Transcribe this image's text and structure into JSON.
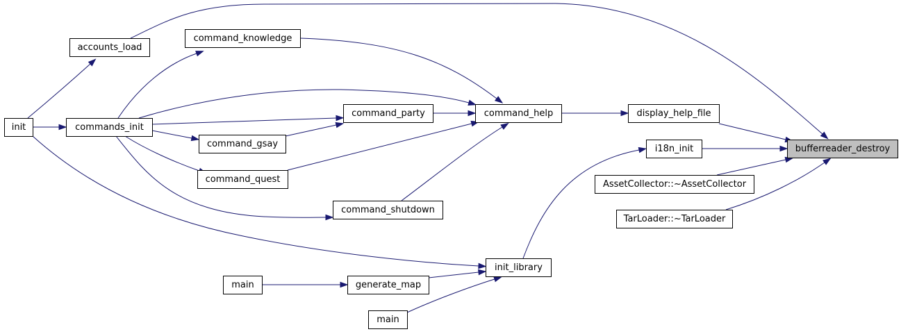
{
  "graph": {
    "type": "call-graph",
    "colors": {
      "edge": "#191970",
      "node_border": "#000000",
      "node_fill": "#ffffff",
      "highlight_fill": "#bfbfbf"
    },
    "nodes": [
      {
        "id": "bufferreader_destroy",
        "label": "bufferreader_destroy",
        "highlight": true
      },
      {
        "id": "accounts_load",
        "label": "accounts_load"
      },
      {
        "id": "init",
        "label": "init"
      },
      {
        "id": "command_knowledge",
        "label": "command_knowledge"
      },
      {
        "id": "command_help",
        "label": "command_help"
      },
      {
        "id": "commands_init",
        "label": "commands_init"
      },
      {
        "id": "command_party",
        "label": "command_party"
      },
      {
        "id": "command_gsay",
        "label": "command_gsay"
      },
      {
        "id": "command_quest",
        "label": "command_quest"
      },
      {
        "id": "command_shutdown",
        "label": "command_shutdown"
      },
      {
        "id": "display_help_file",
        "label": "display_help_file"
      },
      {
        "id": "i18n_init",
        "label": "i18n_init"
      },
      {
        "id": "init_library",
        "label": "init_library"
      },
      {
        "id": "asset_collector_dtor",
        "label": "AssetCollector::~AssetCollector"
      },
      {
        "id": "tar_loader_dtor",
        "label": "TarLoader::~TarLoader"
      },
      {
        "id": "main_1",
        "label": "main"
      },
      {
        "id": "generate_map",
        "label": "generate_map"
      },
      {
        "id": "main_2",
        "label": "main"
      }
    ],
    "edges": [
      {
        "from": "accounts_load",
        "to": "bufferreader_destroy"
      },
      {
        "from": "init",
        "to": "accounts_load"
      },
      {
        "from": "init",
        "to": "commands_init"
      },
      {
        "from": "init",
        "to": "init_library"
      },
      {
        "from": "command_knowledge",
        "to": "command_help"
      },
      {
        "from": "commands_init",
        "to": "command_knowledge"
      },
      {
        "from": "commands_init",
        "to": "command_help"
      },
      {
        "from": "commands_init",
        "to": "command_party"
      },
      {
        "from": "commands_init",
        "to": "command_gsay"
      },
      {
        "from": "commands_init",
        "to": "command_quest"
      },
      {
        "from": "commands_init",
        "to": "command_shutdown"
      },
      {
        "from": "command_party",
        "to": "command_help"
      },
      {
        "from": "command_gsay",
        "to": "command_party"
      },
      {
        "from": "command_quest",
        "to": "command_help"
      },
      {
        "from": "command_shutdown",
        "to": "command_help"
      },
      {
        "from": "command_help",
        "to": "display_help_file"
      },
      {
        "from": "display_help_file",
        "to": "bufferreader_destroy"
      },
      {
        "from": "i18n_init",
        "to": "bufferreader_destroy"
      },
      {
        "from": "init_library",
        "to": "i18n_init"
      },
      {
        "from": "asset_collector_dtor",
        "to": "bufferreader_destroy"
      },
      {
        "from": "tar_loader_dtor",
        "to": "bufferreader_destroy"
      },
      {
        "from": "main_1",
        "to": "generate_map"
      },
      {
        "from": "generate_map",
        "to": "init_library"
      },
      {
        "from": "main_2",
        "to": "init_library"
      }
    ]
  }
}
